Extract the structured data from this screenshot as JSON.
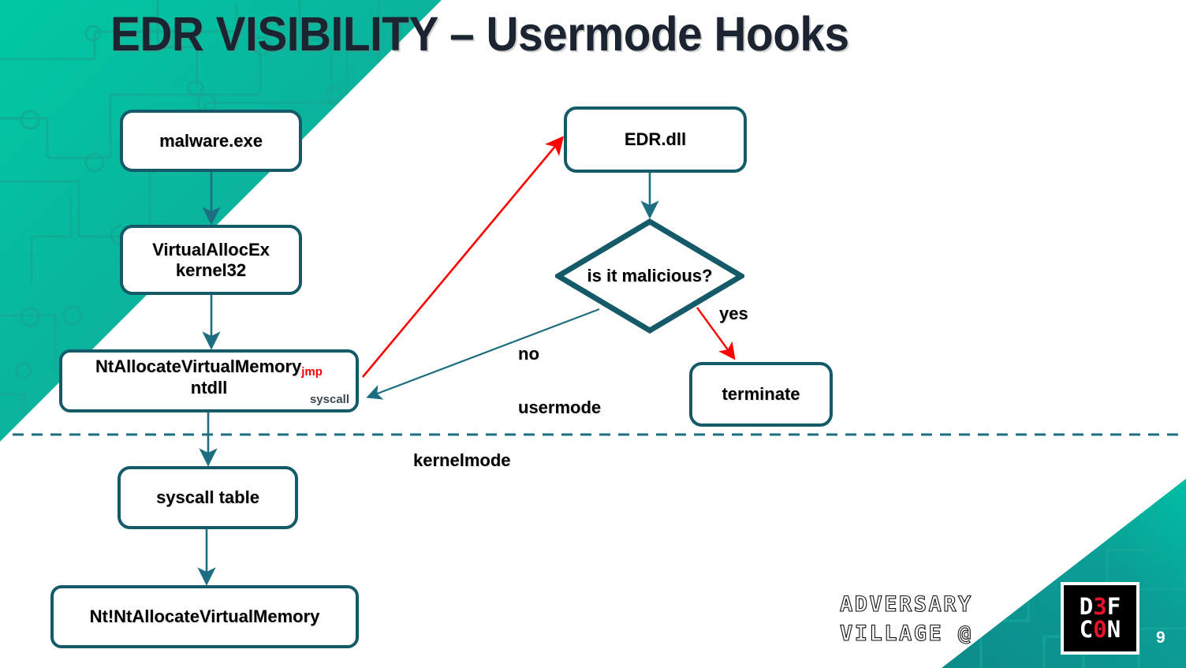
{
  "slide": {
    "title": "EDR VISIBILITY – Usermode Hooks",
    "number": "9",
    "colors": {
      "teal_light": "#00c2a0",
      "teal_dark": "#0d8b8b",
      "node_border": "#145a68",
      "arrow_teal": "#1d6e80",
      "arrow_red": "#ff0000",
      "text_dark": "#1b2430",
      "syscall_gray": "#3a4a52"
    }
  },
  "nodes": {
    "malware": {
      "label": "malware.exe"
    },
    "virtualallocex": {
      "label": "VirtualAllocEx",
      "sub": "kernel32"
    },
    "ntdll": {
      "label": "NtAllocateVirtualMemory",
      "sub": "ntdll",
      "tag_jmp": "jmp",
      "tag_syscall": "syscall"
    },
    "syscall_table": {
      "label": "syscall table"
    },
    "nt_kernel": {
      "label": "Nt!NtAllocateVirtualMemory"
    },
    "edrdll": {
      "label": "EDR.dll"
    },
    "decision": {
      "label": "is it malicious?"
    },
    "terminate": {
      "label": "terminate"
    }
  },
  "labels": {
    "yes": "yes",
    "no": "no",
    "usermode": "usermode",
    "kernelmode": "kernelmode"
  },
  "footer": {
    "adversary_village": "ADVERSARY VILLAGE @",
    "defcon_line1_a": "D",
    "defcon_line1_b": "3",
    "defcon_line1_c": "F",
    "defcon_line2_a": "C",
    "defcon_line2_b": "0",
    "defcon_line2_c": "N"
  }
}
